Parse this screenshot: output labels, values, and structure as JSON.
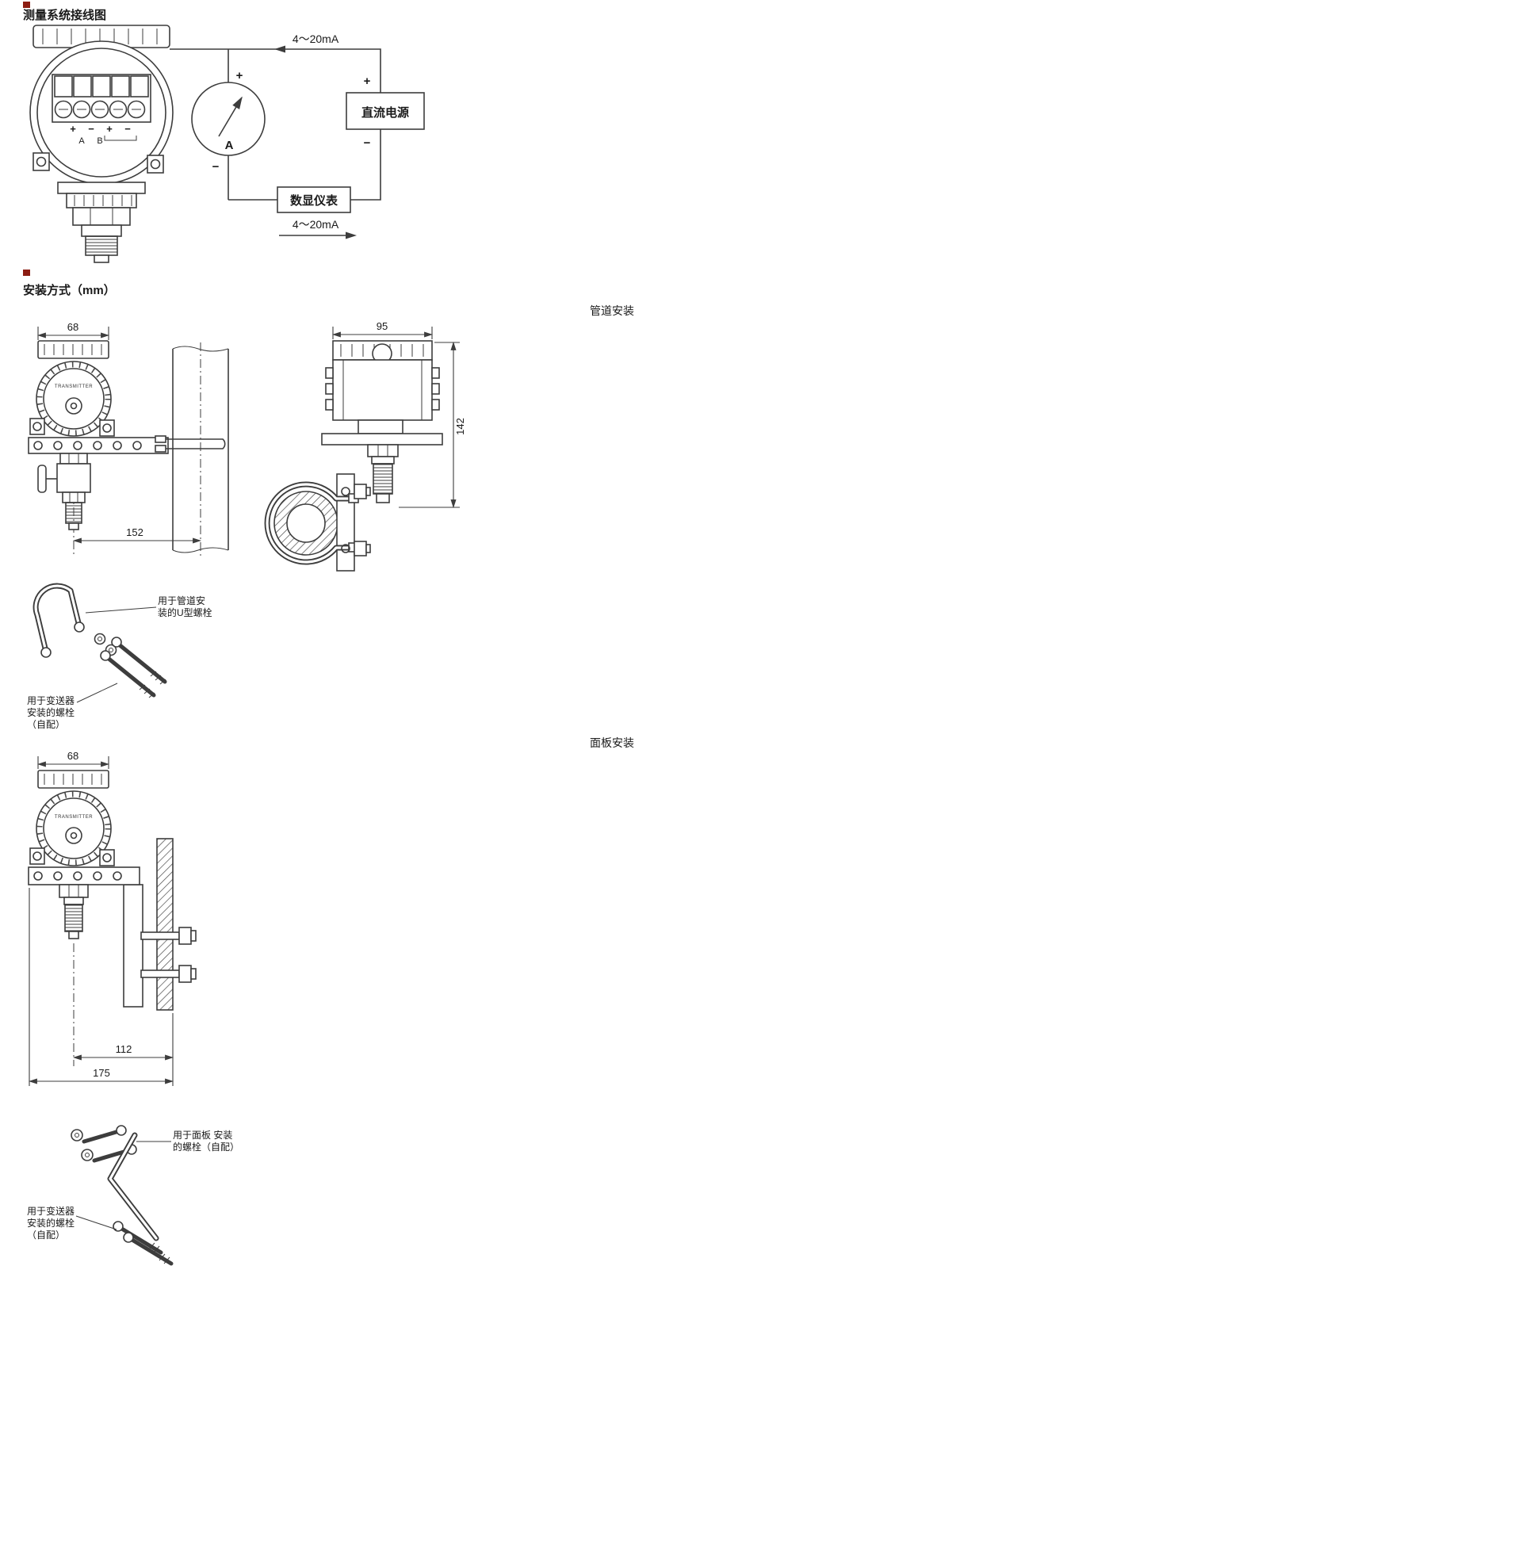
{
  "colors": {
    "line": "#3d3d3d",
    "bullet": "#8c1d12"
  },
  "wiring": {
    "title": "测量系统接线图",
    "signal_top": "4～20mA",
    "signal_bottom": "4～20mA",
    "plus": "+",
    "minus": "−",
    "ammeter_label": "A",
    "dc_power_label": "直流电源",
    "display_label": "数显仪表",
    "terminals": {
      "t1": "+",
      "t2": "−",
      "t3": "+",
      "t4": "−",
      "a": "A",
      "b": "B"
    }
  },
  "install": {
    "title": "安装方式（mm）",
    "pipe_section": "管道安装",
    "panel_section": "面板安装",
    "transmitter_text": "TRANSMITTER",
    "dims": {
      "pipe_front_width": "68",
      "pipe_side_width": "95",
      "pipe_side_height": "142",
      "pipe_offset": "152",
      "panel_front_width": "68",
      "panel_offset": "112",
      "panel_total": "175"
    },
    "pipe_hw": {
      "ubolt_l1": "用于管道安",
      "ubolt_l2": "装的U型螺栓",
      "bolts_l1": "用于变送器",
      "bolts_l2": "安装的螺栓",
      "bolts_l3": "（自配）"
    },
    "panel_hw": {
      "panel_bolts_l1": "用于面板 安装",
      "panel_bolts_l2": "的螺栓（自配）",
      "bolts_l1": "用于变送器",
      "bolts_l2": "安装的螺栓",
      "bolts_l3": "（自配）"
    }
  }
}
